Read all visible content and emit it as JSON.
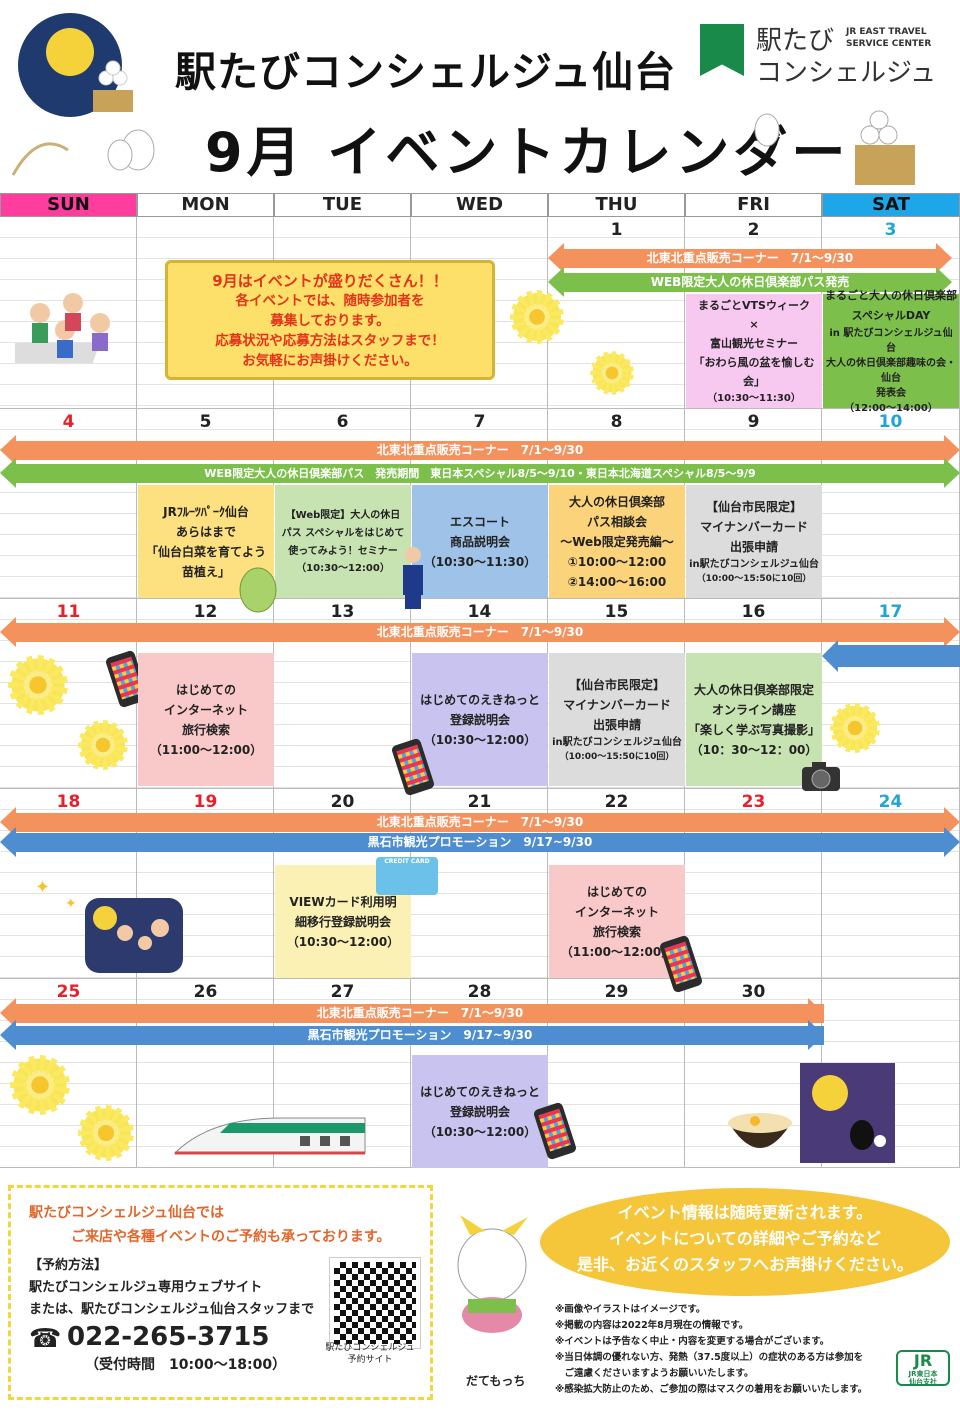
{
  "header": {
    "title_line1": "駅たびコンシェルジュ仙台",
    "title_line2": "9月 イベントカレンダー",
    "brand_line1": "駅たび",
    "brand_line2": "コンシェルジュ",
    "brand_en_1": "JR EAST TRAVEL",
    "brand_en_2": "SERVICE CENTER"
  },
  "days_of_week": [
    "SUN",
    "MON",
    "TUE",
    "WED",
    "THU",
    "FRI",
    "SAT"
  ],
  "dow_colors": {
    "sun": "#ff3d9e",
    "sat": "#1ea6e8"
  },
  "weeks": [
    {
      "days": [
        "",
        "",
        "",
        "",
        "1",
        "2",
        "3"
      ]
    },
    {
      "days": [
        "4",
        "5",
        "6",
        "7",
        "8",
        "9",
        "10"
      ]
    },
    {
      "days": [
        "11",
        "12",
        "13",
        "14",
        "15",
        "16",
        "17"
      ]
    },
    {
      "days": [
        "18",
        "19",
        "20",
        "21",
        "22",
        "23",
        "24"
      ]
    },
    {
      "days": [
        "25",
        "26",
        "27",
        "28",
        "29",
        "30",
        ""
      ]
    }
  ],
  "bars": {
    "w1_orange": "北東北重点販売コーナー　7/1～9/30",
    "w1_green": "WEB限定大人の休日倶楽部パス発売",
    "w2_orange": "北東北重点販売コーナー　7/1～9/30",
    "w2_green": "WEB限定大人の休日倶楽部パス　発売期間　東日本スペシャル8/5～9/10・東日本北海道スペシャル8/5～9/9",
    "w3_orange": "北東北重点販売コーナー　7/1～9/30",
    "w4_orange": "北東北重点販売コーナー　7/1～9/30",
    "w4_blue": "黒石市観光プロモーション　9/17~9/30",
    "w5_orange": "北東北重点販売コーナー　7/1～9/30",
    "w5_blue": "黒石市観光プロモーション　9/17~9/30"
  },
  "notice": {
    "line1": "9月はイベントが盛りだくさん！！",
    "line2": "各イベントでは、随時参加者を",
    "line3": "募集しております。",
    "line4": "応募状況や応募方法はスタッフまで！",
    "line5": "お気軽にお声掛けください。"
  },
  "events": {
    "fri2": {
      "title": "まるごとVTSウィーク\n×\n富山観光セミナー\n「おわら風の盆を愉しむ会」",
      "time": "（10:30～11:30）"
    },
    "sat3": {
      "title": "まるごと大人の休日倶楽部\nスペシャルDAY",
      "sub": "in 駅たびコンシェルジュ仙台\n大人の休日倶楽部趣味の会・仙台\n発表会",
      "time": "（12:00～14:00）"
    },
    "mon5": {
      "title": "JRﾌﾙｰﾂﾊﾟｰｸ仙台\nあらはまで\n「仙台白菜を育てよう\n苗植え」"
    },
    "tue6": {
      "title": "【Web限定】大人の休日\nパス スペシャルをはじめて\n使ってみよう！セミナー",
      "time": "（10:30～12:00）"
    },
    "wed7": {
      "title": "エスコート\n商品説明会",
      "time": "（10:30～11:30）"
    },
    "thu8": {
      "title": "大人の休日倶楽部\nパス相談会\n～Web限定発売編～\n①10:00～12:00\n②14:00～16:00"
    },
    "fri9": {
      "title": "【仙台市民限定】\nマイナンバーカード\n出張申請",
      "sub": "in駅たびコンシェルジュ仙台",
      "time": "（10:00～15:50に10回）"
    },
    "mon12": {
      "title": "はじめての\nインターネット\n旅行検索\n（11:00～12:00）"
    },
    "wed14": {
      "title": "はじめてのえきねっと\n登録説明会\n（10:30～12:00）"
    },
    "thu15": {
      "title": "【仙台市民限定】\nマイナンバーカード\n出張申請",
      "sub": "in駅たびコンシェルジュ仙台",
      "time": "（10:00～15:50に10回）"
    },
    "fri16": {
      "title": "大人の休日倶楽部限定\nオンライン講座\n「楽しく学ぶ写真撮影」\n（10：30～12：00）"
    },
    "tue20": {
      "title": "VIEWカード利用明\n細移行登録説明会\n（10:30～12:00）"
    },
    "thu22": {
      "title": "はじめての\nインターネット\n旅行検索\n（11:00～12:00）"
    },
    "wed28": {
      "title": "はじめてのえきねっと\n登録説明会\n（10:30～12:00）"
    }
  },
  "credit_card_label": "CREDIT CARD",
  "footer": {
    "resv_line1": "駅たびコンシェルジュ仙台では",
    "resv_line2": "ご来店や各種イベントのご予約も承っております。",
    "resv_method": "【予約方法】",
    "resv_web": "駅たびコンシェルジュ専用ウェブサイト",
    "resv_staff": "または、駅たびコンシェルジュ仙台スタッフまで",
    "tel": "022-265-3715",
    "hours": "（受付時間　10:00～18:00）",
    "qr_label": "駅たびコンシェルジュ\n予約サイト",
    "bubble_1": "イベント情報は随時更新されます。",
    "bubble_2": "イベントについての詳細やご予約など",
    "bubble_3": "是非、お近くのスタッフへお声掛けください。",
    "notes": "※画像やイラストはイメージです。\n※掲載の内容は2022年8月現在の情報です。\n※イベントは予告なく中止・内容を変更する場合がございます。\n※当日体調の優れない方、発熱（37.5度以上）の症状のある方は参加を\n　ご遠慮くださいますようお願いいたします。\n※感染拡大防止のため、ご参加の際はマスクの着用をお願いいたします。",
    "mascot_name": "だてもっち",
    "jr_logo": "JR",
    "jr_sub": "JR東日本\n仙台支社"
  },
  "colors": {
    "orange_bar": "#f4925e",
    "green_bar": "#7cc04b",
    "blue_bar": "#4d8dd0",
    "brand_green": "#1a8a4a",
    "notice_yellow": "#fce06a"
  }
}
